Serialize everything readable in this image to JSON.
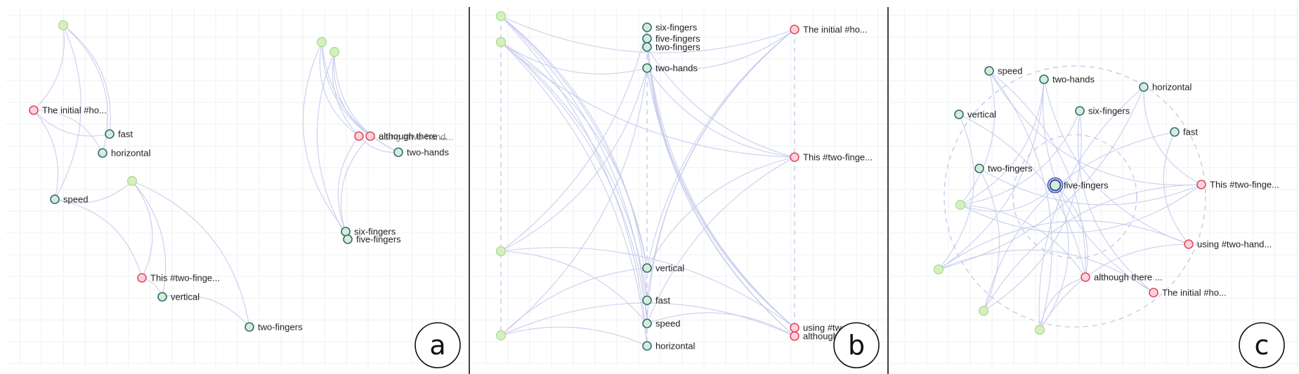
{
  "panels": [
    {
      "letter": "a",
      "nodes": [
        {
          "id": "a_e1",
          "kind": "event"
        },
        {
          "id": "a_t1",
          "kind": "tweet",
          "label": "The initial #ho..."
        },
        {
          "id": "a_fast",
          "kind": "keyword",
          "label": "fast"
        },
        {
          "id": "a_horizontal",
          "kind": "keyword",
          "label": "horizontal"
        },
        {
          "id": "a_speed",
          "kind": "keyword",
          "label": "speed"
        },
        {
          "id": "a_e2",
          "kind": "event"
        },
        {
          "id": "a_t2",
          "kind": "tweet",
          "label": "This #two-finge..."
        },
        {
          "id": "a_vertical",
          "kind": "keyword",
          "label": "vertical"
        },
        {
          "id": "a_twofingers",
          "kind": "keyword",
          "label": "two-fingers"
        },
        {
          "id": "a_e3",
          "kind": "event"
        },
        {
          "id": "a_e4",
          "kind": "event"
        },
        {
          "id": "a_t3",
          "kind": "tweet"
        },
        {
          "id": "a_t4",
          "kind": "tweet",
          "label": "although there ...",
          "overlay": "using #two-hand..."
        },
        {
          "id": "a_twohands",
          "kind": "keyword",
          "label": "two-hands"
        },
        {
          "id": "a_sixfingers",
          "kind": "keyword",
          "label": "six-fingers"
        },
        {
          "id": "a_fivefingers",
          "kind": "keyword",
          "label": "five-fingers"
        }
      ],
      "edges": [
        [
          "a_e1",
          "a_t1"
        ],
        [
          "a_e1",
          "a_fast"
        ],
        [
          "a_e1",
          "a_horizontal"
        ],
        [
          "a_e1",
          "a_speed"
        ],
        [
          "a_t1",
          "a_fast"
        ],
        [
          "a_t1",
          "a_horizontal"
        ],
        [
          "a_t1",
          "a_speed"
        ],
        [
          "a_e2",
          "a_speed"
        ],
        [
          "a_e2",
          "a_t2"
        ],
        [
          "a_e2",
          "a_vertical"
        ],
        [
          "a_e2",
          "a_twofingers"
        ],
        [
          "a_speed",
          "a_t2"
        ],
        [
          "a_t2",
          "a_vertical"
        ],
        [
          "a_vertical",
          "a_twofingers"
        ],
        [
          "a_e3",
          "a_t3"
        ],
        [
          "a_e3",
          "a_t4"
        ],
        [
          "a_e3",
          "a_twohands"
        ],
        [
          "a_e3",
          "a_sixfingers"
        ],
        [
          "a_e4",
          "a_t3"
        ],
        [
          "a_e4",
          "a_t4"
        ],
        [
          "a_e4",
          "a_twohands"
        ],
        [
          "a_e4",
          "a_fivefingers"
        ],
        [
          "a_t3",
          "a_sixfingers"
        ],
        [
          "a_t4",
          "a_fivefingers"
        ],
        [
          "a_t3",
          "a_twohands"
        ]
      ]
    },
    {
      "letter": "b",
      "nodes": [
        {
          "id": "b_e1",
          "kind": "event"
        },
        {
          "id": "b_e2",
          "kind": "event"
        },
        {
          "id": "b_e3",
          "kind": "event"
        },
        {
          "id": "b_e4",
          "kind": "event"
        },
        {
          "id": "b_sixfingers",
          "kind": "keyword",
          "label": "six-fingers"
        },
        {
          "id": "b_fivefingers",
          "kind": "keyword",
          "label": "five-fingers"
        },
        {
          "id": "b_twofingers",
          "kind": "keyword",
          "label": "two-fingers"
        },
        {
          "id": "b_twohands",
          "kind": "keyword",
          "label": "two-hands"
        },
        {
          "id": "b_vertical",
          "kind": "keyword",
          "label": "vertical"
        },
        {
          "id": "b_fast",
          "kind": "keyword",
          "label": "fast"
        },
        {
          "id": "b_speed",
          "kind": "keyword",
          "label": "speed"
        },
        {
          "id": "b_horizontal",
          "kind": "keyword",
          "label": "horizontal"
        },
        {
          "id": "b_t1",
          "kind": "tweet",
          "label": "The initial #ho..."
        },
        {
          "id": "b_t2",
          "kind": "tweet",
          "label": "This #two-finge..."
        },
        {
          "id": "b_t3",
          "kind": "tweet",
          "label": "using #two-hand..."
        },
        {
          "id": "b_t4",
          "kind": "tweet",
          "label": "although there ..."
        }
      ],
      "edges": [
        [
          "b_e1",
          "b_vertical"
        ],
        [
          "b_e1",
          "b_speed"
        ],
        [
          "b_e1",
          "b_fast"
        ],
        [
          "b_e1",
          "b_horizontal"
        ],
        [
          "b_e1",
          "b_t1"
        ],
        [
          "b_e2",
          "b_twohands"
        ],
        [
          "b_e2",
          "b_t2"
        ],
        [
          "b_e2",
          "b_speed"
        ],
        [
          "b_e2",
          "b_vertical"
        ],
        [
          "b_e2",
          "b_horizontal"
        ],
        [
          "b_e2",
          "b_fast"
        ],
        [
          "b_e3",
          "b_twohands"
        ],
        [
          "b_e3",
          "b_sixfingers"
        ],
        [
          "b_e3",
          "b_t3"
        ],
        [
          "b_e3",
          "b_speed"
        ],
        [
          "b_e4",
          "b_horizontal"
        ],
        [
          "b_e4",
          "b_twohands"
        ],
        [
          "b_e4",
          "b_t4"
        ],
        [
          "b_e4",
          "b_vertical"
        ],
        [
          "b_t1",
          "b_twohands"
        ],
        [
          "b_t1",
          "b_speed"
        ],
        [
          "b_t1",
          "b_vertical"
        ],
        [
          "b_t1",
          "b_fast"
        ],
        [
          "b_t2",
          "b_vertical"
        ],
        [
          "b_t2",
          "b_speed"
        ],
        [
          "b_t2",
          "b_twofingers"
        ],
        [
          "b_t2",
          "b_twohands"
        ],
        [
          "b_t3",
          "b_twohands"
        ],
        [
          "b_t3",
          "b_fivefingers"
        ],
        [
          "b_t3",
          "b_sixfingers"
        ],
        [
          "b_t4",
          "b_twohands"
        ],
        [
          "b_t4",
          "b_twofingers"
        ],
        [
          "b_t4",
          "b_speed"
        ]
      ]
    },
    {
      "letter": "c",
      "nodes": [
        {
          "id": "c_speed",
          "kind": "keyword",
          "label": "speed"
        },
        {
          "id": "c_twohands",
          "kind": "keyword",
          "label": "two-hands"
        },
        {
          "id": "c_horizontal",
          "kind": "keyword",
          "label": "horizontal"
        },
        {
          "id": "c_vertical",
          "kind": "keyword",
          "label": "vertical"
        },
        {
          "id": "c_sixfingers",
          "kind": "keyword",
          "label": "six-fingers"
        },
        {
          "id": "c_fast",
          "kind": "keyword",
          "label": "fast"
        },
        {
          "id": "c_twofingers",
          "kind": "keyword",
          "label": "two-fingers"
        },
        {
          "id": "c_fivefingers",
          "kind": "selected",
          "label": "five-fingers"
        },
        {
          "id": "c_t1",
          "kind": "tweet",
          "label": "This #two-finge..."
        },
        {
          "id": "c_t2",
          "kind": "tweet",
          "label": "using #two-hand..."
        },
        {
          "id": "c_t3",
          "kind": "tweet",
          "label": "although there ..."
        },
        {
          "id": "c_t4",
          "kind": "tweet",
          "label": "The initial #ho..."
        },
        {
          "id": "c_e1",
          "kind": "event"
        },
        {
          "id": "c_e2",
          "kind": "event"
        },
        {
          "id": "c_e3",
          "kind": "event"
        },
        {
          "id": "c_e4",
          "kind": "event"
        }
      ],
      "edges": [
        [
          "c_e1",
          "c_speed"
        ],
        [
          "c_e1",
          "c_twohands"
        ],
        [
          "c_e1",
          "c_t1"
        ],
        [
          "c_e1",
          "c_t3"
        ],
        [
          "c_e1",
          "c_sixfingers"
        ],
        [
          "c_e1",
          "c_fivefingers"
        ],
        [
          "c_e2",
          "c_twohands"
        ],
        [
          "c_e2",
          "c_t4"
        ],
        [
          "c_e2",
          "c_vertical"
        ],
        [
          "c_e2",
          "c_horizontal"
        ],
        [
          "c_e2",
          "c_t2"
        ],
        [
          "c_e3",
          "c_fast"
        ],
        [
          "c_e3",
          "c_twofingers"
        ],
        [
          "c_e3",
          "c_t1"
        ],
        [
          "c_e3",
          "c_sixfingers"
        ],
        [
          "c_e4",
          "c_speed"
        ],
        [
          "c_e4",
          "c_t2"
        ],
        [
          "c_e4",
          "c_t3"
        ],
        [
          "c_e4",
          "c_horizontal"
        ],
        [
          "c_e4",
          "c_fivefingers"
        ],
        [
          "c_speed",
          "c_t1"
        ],
        [
          "c_speed",
          "c_t3"
        ],
        [
          "c_twohands",
          "c_t2"
        ],
        [
          "c_twohands",
          "c_t4"
        ],
        [
          "c_vertical",
          "c_t3"
        ],
        [
          "c_sixfingers",
          "c_t4"
        ],
        [
          "c_fast",
          "c_t2"
        ],
        [
          "c_twofingers",
          "c_t1"
        ],
        [
          "c_fivefingers",
          "c_t3"
        ],
        [
          "c_horizontal",
          "c_t1"
        ]
      ]
    }
  ]
}
